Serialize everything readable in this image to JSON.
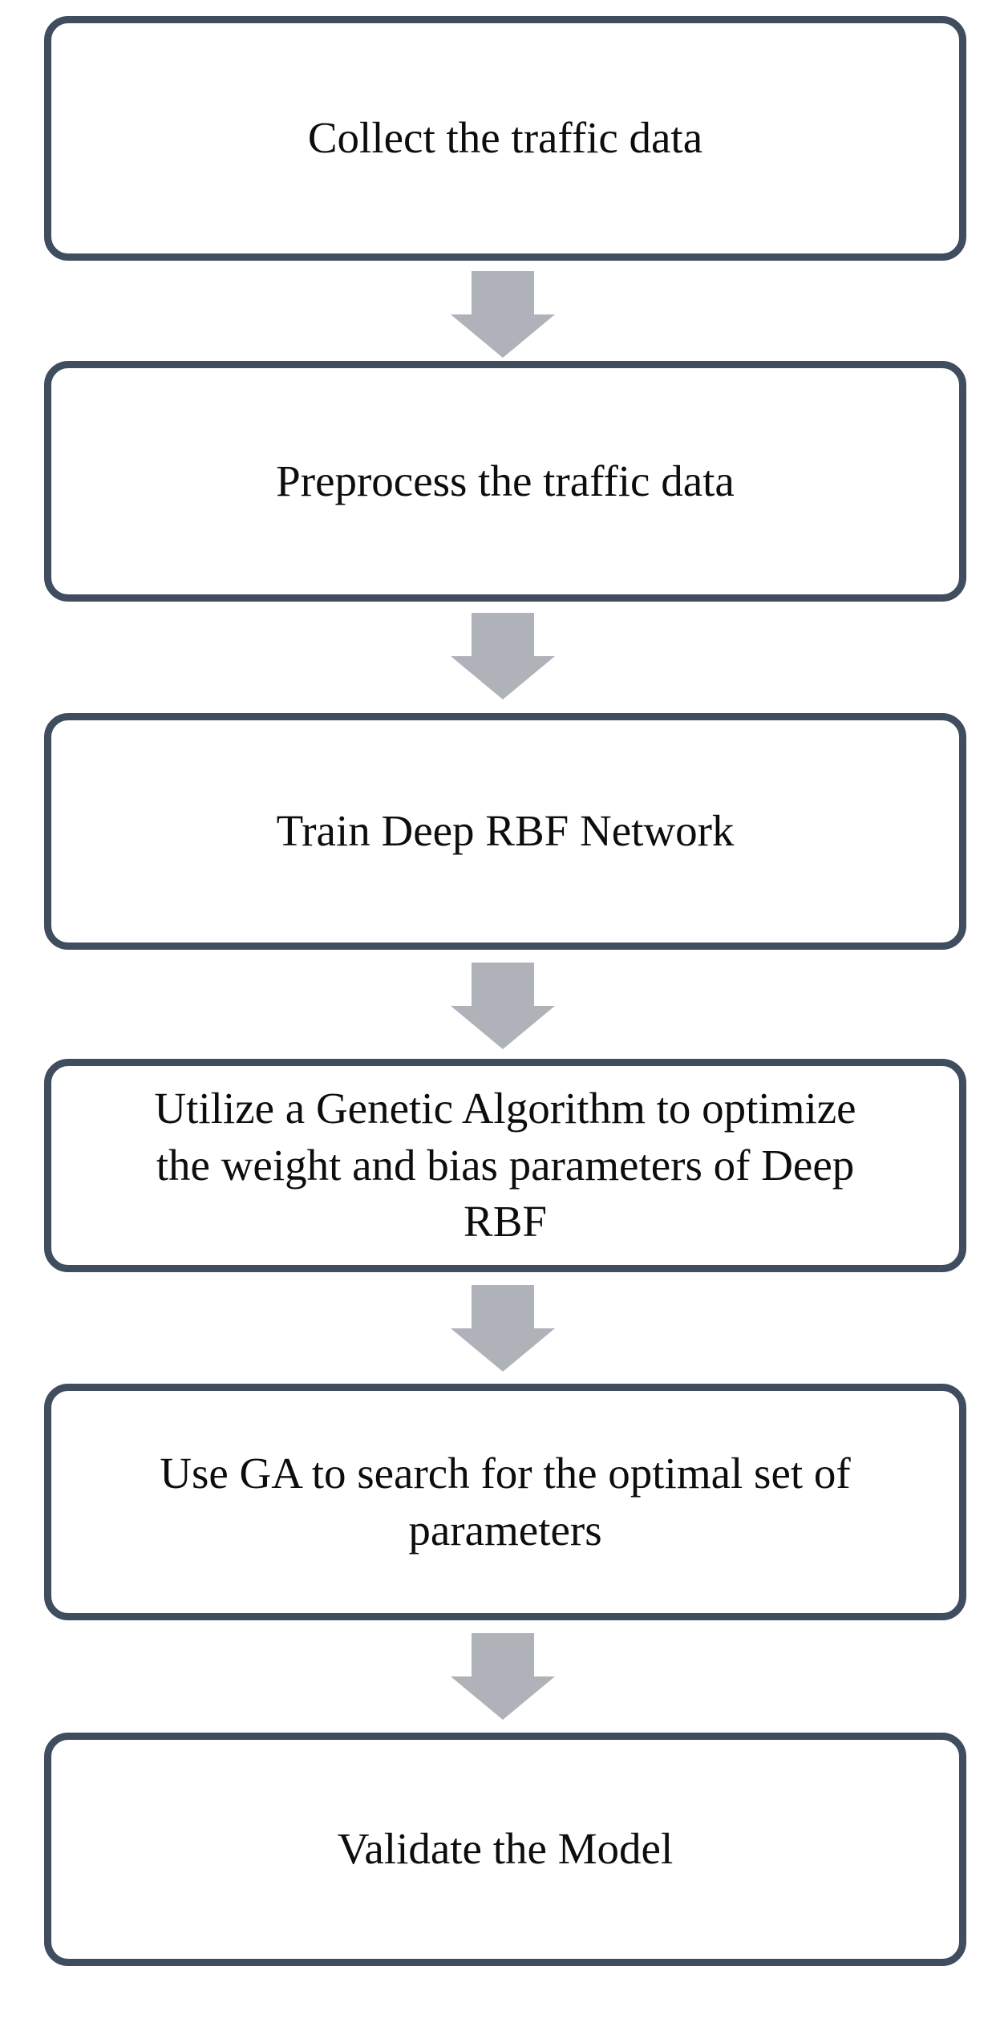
{
  "diagram": {
    "type": "flowchart",
    "direction": "top-to-bottom",
    "steps": [
      {
        "id": 1,
        "label": "Collect the traffic data"
      },
      {
        "id": 2,
        "label": "Preprocess the traffic data"
      },
      {
        "id": 3,
        "label": "Train Deep RBF Network"
      },
      {
        "id": 4,
        "label": "Utilize a Genetic Algorithm to optimize the weight and bias parameters of Deep RBF"
      },
      {
        "id": 5,
        "label": "Use GA to search for the optimal set of parameters"
      },
      {
        "id": 6,
        "label": "Validate the Model"
      }
    ],
    "connectors": [
      {
        "from": 1,
        "to": 2,
        "shape": "block-down-arrow"
      },
      {
        "from": 2,
        "to": 3,
        "shape": "block-down-arrow"
      },
      {
        "from": 3,
        "to": 4,
        "shape": "block-down-arrow"
      },
      {
        "from": 4,
        "to": 5,
        "shape": "block-down-arrow"
      },
      {
        "from": 5,
        "to": 6,
        "shape": "block-down-arrow"
      }
    ],
    "colors": {
      "box_border": "#3F4D5F",
      "box_fill": "#FFFFFF",
      "arrow_fill": "#AFB2B9",
      "text": "#0D0D0D",
      "background": "#FFFFFF"
    }
  }
}
